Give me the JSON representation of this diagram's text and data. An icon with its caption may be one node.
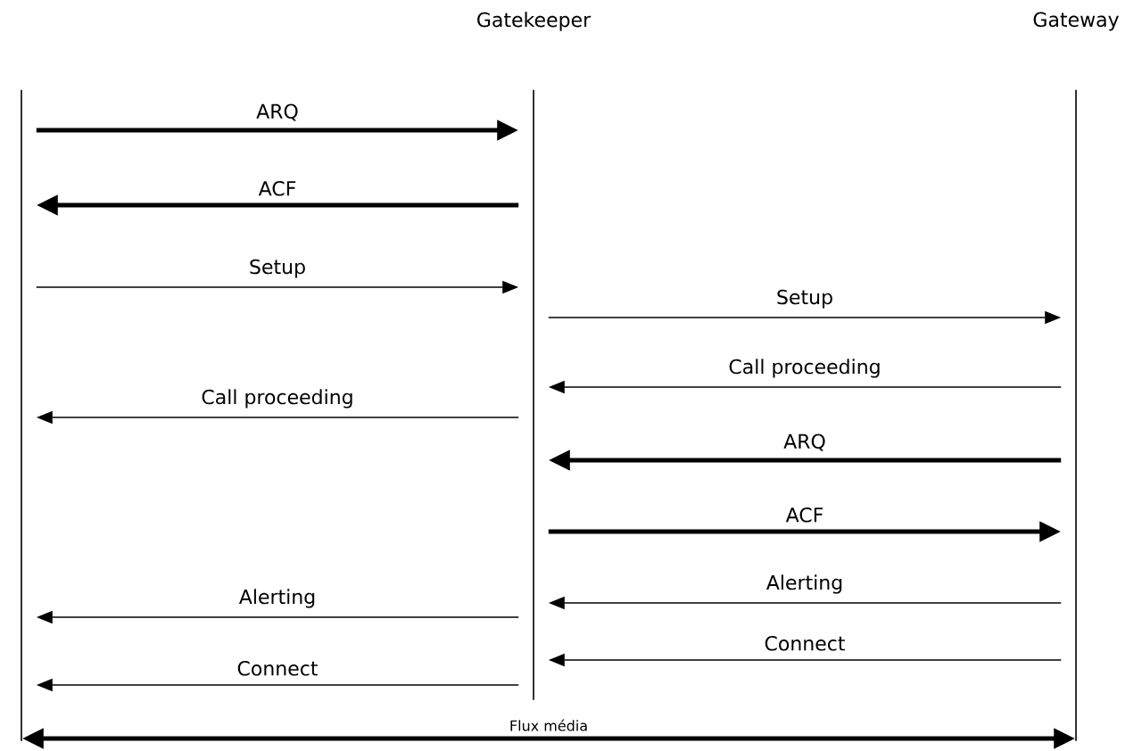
{
  "diagram": {
    "nodes": [
      {
        "text": [],
        "shape": "line"
      },
      {
        "text": [
          "Gatekeeper"
        ]
      },
      {
        "text": [
          "Gateway"
        ]
      }
    ],
    "edges": [
      {
        "from": 0,
        "to": 1,
        "arrow": "to",
        "label": "ARQ",
        "style": "thick"
      },
      {
        "from": 1,
        "to": 0,
        "arrow": "to",
        "label": "ACF",
        "style": "thick"
      },
      {
        "from": 0,
        "to": 1,
        "arrow": "to",
        "label": "Setup"
      },
      {
        "from": 1,
        "to": 2,
        "arrow": "to",
        "label": "Setup"
      },
      {
        "from": 2,
        "to": 1,
        "arrow": "to",
        "label": "Call proceeding"
      },
      {
        "from": 1,
        "to": 0,
        "arrow": "to",
        "label": "Call proceeding"
      },
      {
        "from": 2,
        "to": 1,
        "arrow": "to",
        "label": "ARQ",
        "style": "thick"
      },
      {
        "from": 1,
        "to": 2,
        "arrow": "to",
        "label": "ACF",
        "style": "thick"
      },
      {
        "from": 2,
        "to": 1,
        "arrow": "to",
        "label": "Alerting"
      },
      {
        "from": 1,
        "to": 0,
        "arrow": "to",
        "label": "Alerting"
      },
      {
        "from": 2,
        "to": 1,
        "arrow": "to",
        "label": "Connect"
      },
      {
        "from": 1,
        "to": 0,
        "arrow": "to",
        "label": "Connect"
      },
      {
        "from": 0,
        "to": 2,
        "arrow": "both",
        "label": "Flux média",
        "style": "thick"
      }
    ]
  }
}
